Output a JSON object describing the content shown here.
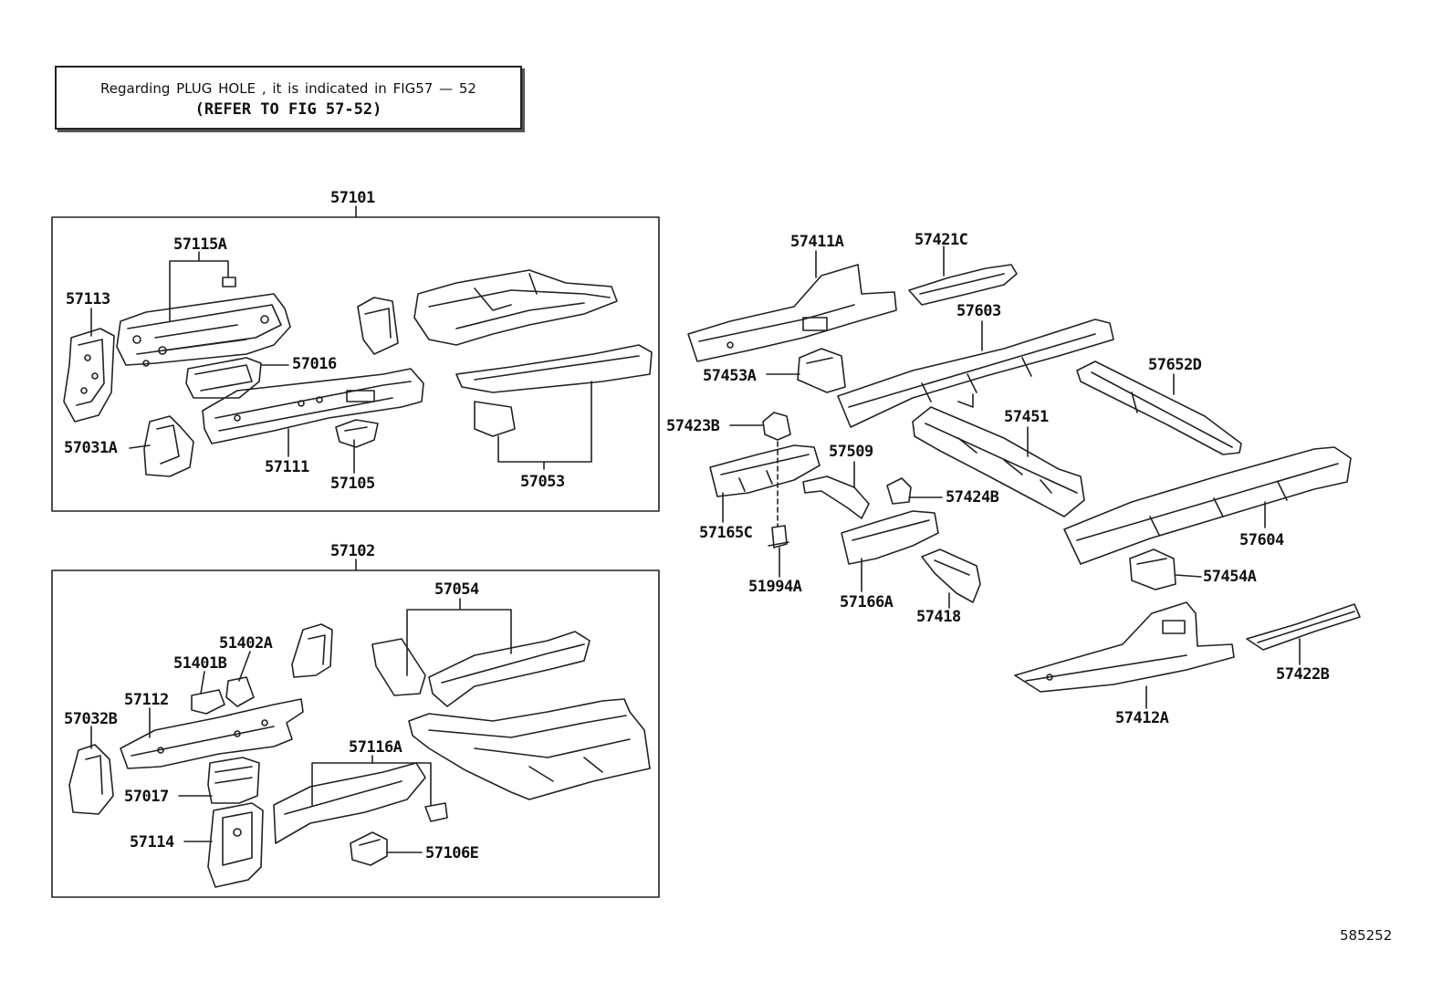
{
  "note": {
    "line1": "Regarding  PLUG HOLE  , it is  indicated  in  FIG57 — 52",
    "line2": "(REFER TO FIG 57-52)"
  },
  "assemblies": {
    "upper": "57101",
    "lower": "57102"
  },
  "parts": {
    "p57115A": "57115A",
    "p57113": "57113",
    "p57016": "57016",
    "p57031A": "57031A",
    "p57111": "57111",
    "p57105": "57105",
    "p57053": "57053",
    "p57054": "57054",
    "p51402A": "51402A",
    "p51401B": "51401B",
    "p57112": "57112",
    "p57032B": "57032B",
    "p57017": "57017",
    "p57116A": "57116A",
    "p57114": "57114",
    "p57106E": "57106E",
    "p57411A": "57411A",
    "p57421C": "57421C",
    "p57603": "57603",
    "p57453A": "57453A",
    "p57652D": "57652D",
    "p57423B": "57423B",
    "p57451": "57451",
    "p57509": "57509",
    "p57424B": "57424B",
    "p57165C": "57165C",
    "p57604": "57604",
    "p51994A": "51994A",
    "p57166A": "57166A",
    "p57454A": "57454A",
    "p57418": "57418",
    "p57422B": "57422B",
    "p57412A": "57412A"
  },
  "figure_id": "585252"
}
